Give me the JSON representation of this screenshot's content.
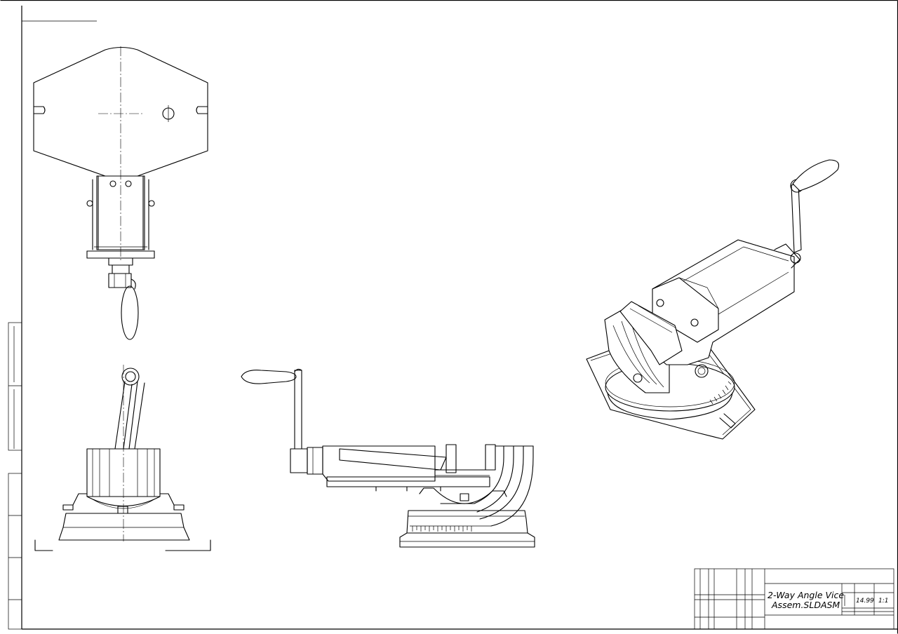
{
  "title_block": {
    "title_line1": "2-Way Angle Vice",
    "title_line2": "Assem.SLDASM",
    "mass": "14.99",
    "scale": "1:1"
  }
}
